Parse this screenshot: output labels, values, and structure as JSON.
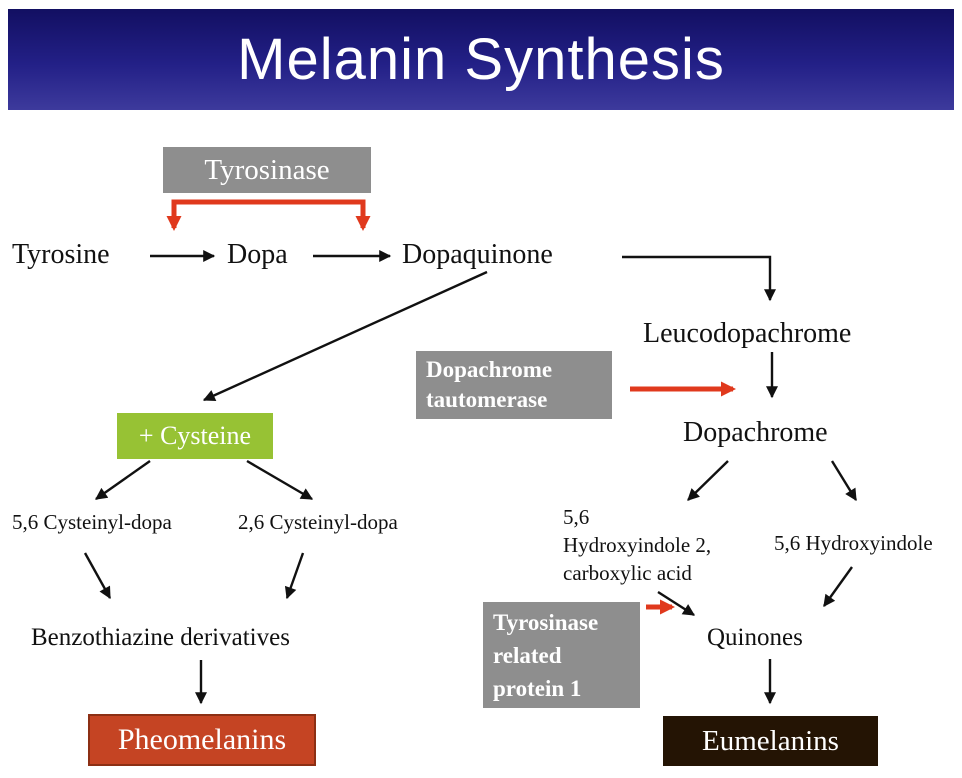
{
  "title": "Melanin Synthesis",
  "colors": {
    "banner_top": "#120f62",
    "banner_bottom": "#3d3a9c",
    "enzyme_box_gray": "#8e8e8e",
    "cysteine_box_green": "#97c234",
    "pheomelanins_box_red": "#c54423",
    "eumelanins_box_brown": "#241404",
    "red_arrow": "#e0391d",
    "black_arrow": "#111111"
  },
  "nodes": {
    "tyrosinase": "Tyrosinase",
    "tyrosine": "Tyrosine",
    "dopa": "Dopa",
    "dopaquinone": "Dopaquinone",
    "leucodopachrome": "Leucodopachrome",
    "dopachrome_tautomerase": {
      "line1": "Dopachrome",
      "line2": "tautomerase"
    },
    "dopachrome": "Dopachrome",
    "cysteine": "+ Cysteine",
    "cysteinyl_dopa_56": "5,6 Cysteinyl-dopa",
    "cysteinyl_dopa_26": "2,6 Cysteinyl-dopa",
    "hydroxyindole_carboxylic": {
      "line1": "5,6",
      "line2": "Hydroxyindole 2,",
      "line3": "carboxylic acid"
    },
    "hydroxyindole_56": "5,6 Hydroxyindole",
    "benzothiazine": "Benzothiazine derivatives",
    "quinones": "Quinones",
    "tyrosinase_related_protein": {
      "line1": "Tyrosinase",
      "line2": "related",
      "line3": "protein 1"
    },
    "pheomelanins": "Pheomelanins",
    "eumelanins": "Eumelanins"
  }
}
